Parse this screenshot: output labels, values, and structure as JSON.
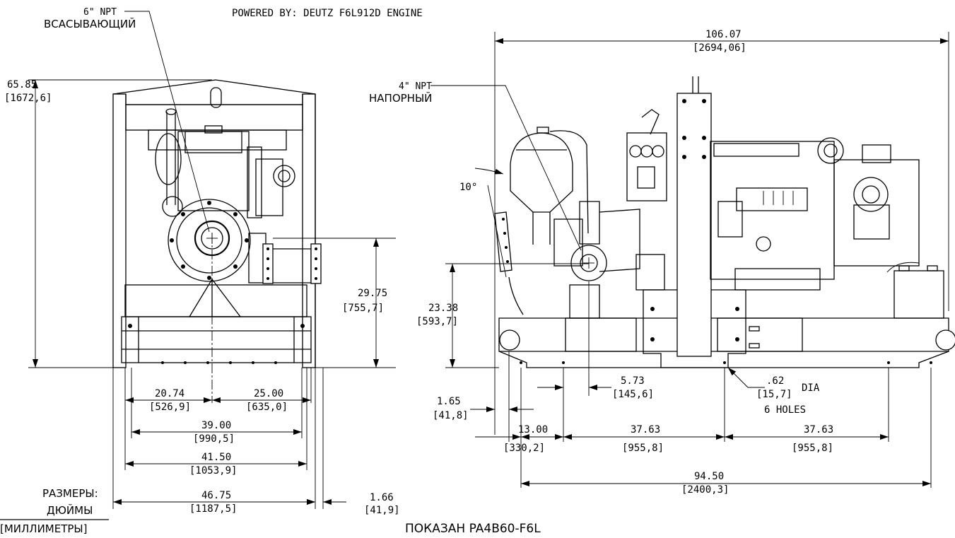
{
  "header": {
    "powered_by": "POWERED BY: DEUTZ F6L912D ENGINE"
  },
  "caption": {
    "shown": "ПОКАЗАН PA4B60-F6L"
  },
  "units_legend": {
    "label": "РАЗМЕРЫ:",
    "primary": "ДЮЙМЫ",
    "secondary": "[МИЛЛИМЕТРЫ]"
  },
  "callouts": {
    "suction_size": "6\" NPT",
    "suction_label": "ВСАСЫВАЮЩИЙ",
    "discharge_size": "4\" NPT",
    "discharge_label": "НАПОРНЫЙ",
    "angle": "10°",
    "holes_dia": ".62",
    "holes_dia_mm": "[15,7]",
    "holes_dia_unit": "DIA",
    "holes_count": "6 HOLES"
  },
  "front_dims": {
    "height": {
      "in": "65.85",
      "mm": "[1672,6]"
    },
    "suction_height": {
      "in": "29.75",
      "mm": "[755,7]"
    },
    "left_to_center": {
      "in": "20.74",
      "mm": "[526,9]"
    },
    "center_to_right": {
      "in": "25.00",
      "mm": "[635,0]"
    },
    "skid_inner": {
      "in": "39.00",
      "mm": "[990,5]"
    },
    "skid_width": {
      "in": "41.50",
      "mm": "[1053,9]"
    },
    "overall_width": {
      "in": "46.75",
      "mm": "[1187,5]"
    },
    "side_offset": {
      "in": "1.66",
      "mm": "[41,9]"
    }
  },
  "side_dims": {
    "overall_length": {
      "in": "106.07",
      "mm": "[2694,06]"
    },
    "discharge_height": {
      "in": "23.38",
      "mm": "[593,7]"
    },
    "end_offset": {
      "in": "1.65",
      "mm": "[41,8]"
    },
    "first_hole": {
      "in": "13.00",
      "mm": "[330,2]"
    },
    "hole_spacing_1": {
      "in": "37.63",
      "mm": "[955,8]"
    },
    "hole_spacing_2": {
      "in": "37.63",
      "mm": "[955,8]"
    },
    "discharge_offset": {
      "in": "5.73",
      "mm": "[145,6]"
    },
    "hole_span": {
      "in": "94.50",
      "mm": "[2400,3]"
    }
  }
}
